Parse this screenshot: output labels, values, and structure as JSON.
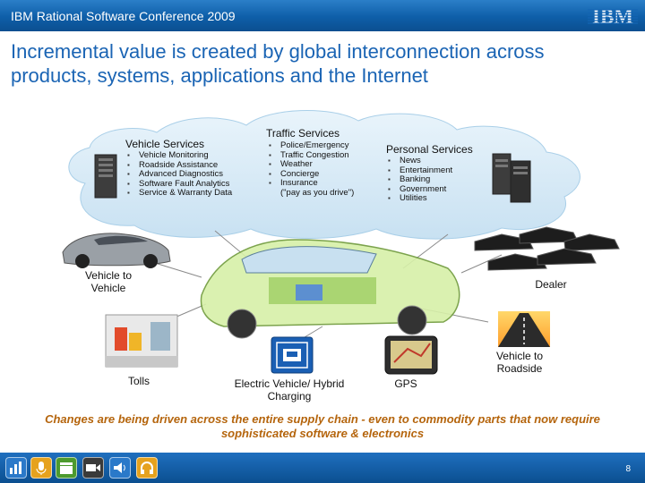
{
  "header": {
    "title": "IBM Rational Software Conference 2009",
    "logo_text": "IBM"
  },
  "slide_title": "Incremental value is created by global interconnection across products, systems, applications and the Internet",
  "traffic_services": {
    "title": "Traffic Services",
    "items": [
      "Police/Emergency",
      "Traffic Congestion",
      "Weather",
      "Concierge",
      "Insurance",
      "(\"pay as you drive\")"
    ]
  },
  "vehicle_services": {
    "title": "Vehicle Services",
    "items": [
      "Vehicle Monitoring",
      "Roadside Assistance",
      "Advanced Diagnostics",
      "Software Fault Analytics",
      "Service & Warranty Data"
    ]
  },
  "personal_services": {
    "title": "Personal Services",
    "items": [
      "News",
      "Entertainment",
      "Banking",
      "Government",
      "Utilities"
    ]
  },
  "captions": {
    "vehicle_to_vehicle": "Vehicle to Vehicle",
    "dealer": "Dealer",
    "vehicle_to_roadside": "Vehicle to Roadside",
    "tolls": "Tolls",
    "electric_vehicle": "Electric Vehicle/ Hybrid Charging",
    "gps": "GPS"
  },
  "bottom_note": "Changes are being driven across the entire supply chain - even to commodity parts that now require sophisticated software & electronics",
  "footer": {
    "page_number": "8",
    "icons": [
      "chart-icon",
      "microphone-icon",
      "clapperboard-icon",
      "video-icon",
      "speaker-icon",
      "headphones-icon"
    ]
  },
  "colors": {
    "header_blue": "#0e5ea8",
    "title_blue": "#1a64b4",
    "note_orange": "#b5650d",
    "cloud": "#d4e9f7"
  }
}
